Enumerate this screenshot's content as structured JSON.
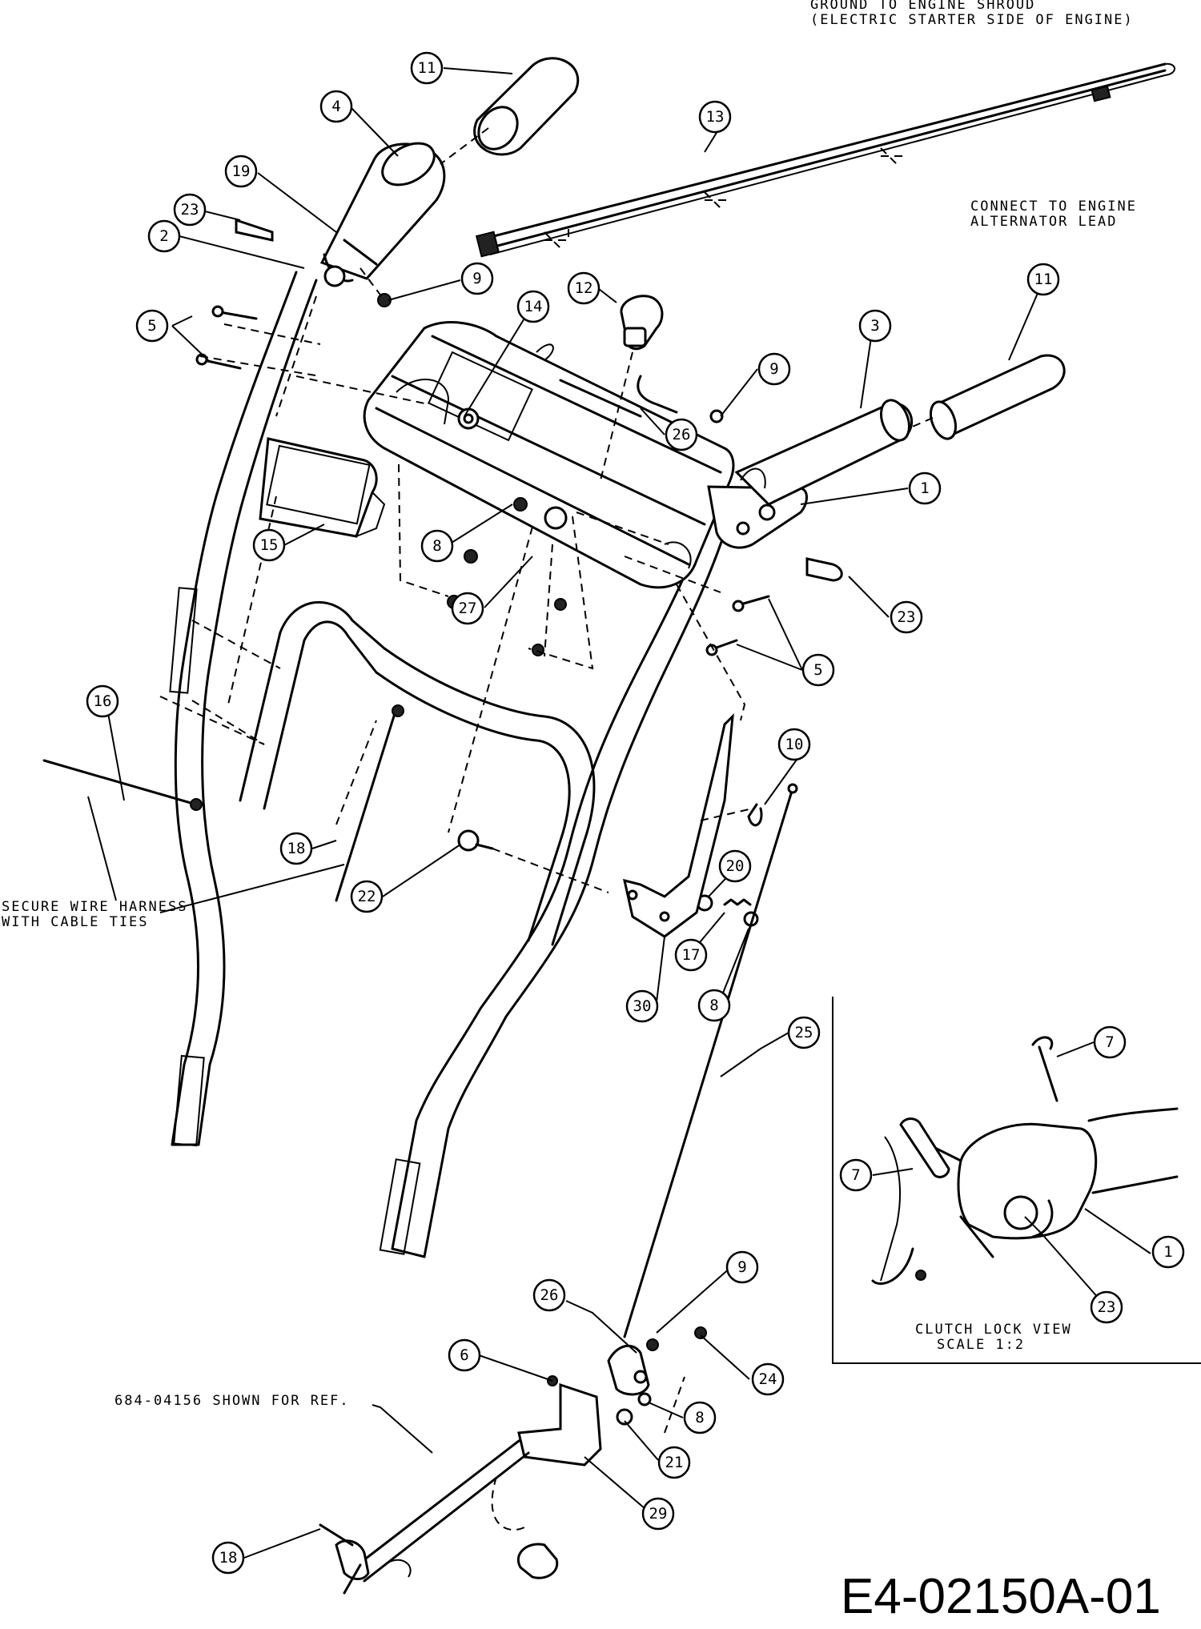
{
  "notes": {
    "ground_line1": "GROUND TO ENGINE SHROUD",
    "ground_line2": "(ELECTRIC STARTER SIDE OF ENGINE)",
    "connect_line1": "CONNECT TO ENGINE",
    "connect_line2": "ALTERNATOR LEAD",
    "secure_line1": "SECURE WIRE HARNESS",
    "secure_line2": "WITH CABLE TIES",
    "ref_label": "684-04156 SHOWN FOR REF.",
    "clutch_line1": "CLUTCH LOCK VIEW",
    "clutch_line2": "SCALE 1:2"
  },
  "drawing_number": "E4-02150A-01",
  "callouts": [
    {
      "id": "c-11-top",
      "label": "11"
    },
    {
      "id": "c-4",
      "label": "4"
    },
    {
      "id": "c-13",
      "label": "13"
    },
    {
      "id": "c-19",
      "label": "19"
    },
    {
      "id": "c-23-top",
      "label": "23"
    },
    {
      "id": "c-2",
      "label": "2"
    },
    {
      "id": "c-9-top",
      "label": "9"
    },
    {
      "id": "c-12",
      "label": "12"
    },
    {
      "id": "c-14",
      "label": "14"
    },
    {
      "id": "c-5-left",
      "label": "5"
    },
    {
      "id": "c-11-right",
      "label": "11"
    },
    {
      "id": "c-3",
      "label": "3"
    },
    {
      "id": "c-9-mid",
      "label": "9"
    },
    {
      "id": "c-26-top",
      "label": "26"
    },
    {
      "id": "c-1-main",
      "label": "1"
    },
    {
      "id": "c-15",
      "label": "15"
    },
    {
      "id": "c-8-mid",
      "label": "8"
    },
    {
      "id": "c-27",
      "label": "27"
    },
    {
      "id": "c-23-right",
      "label": "23"
    },
    {
      "id": "c-5-right",
      "label": "5"
    },
    {
      "id": "c-16-top",
      "label": "16"
    },
    {
      "id": "c-10",
      "label": "10"
    },
    {
      "id": "c-20",
      "label": "20"
    },
    {
      "id": "c-18-mid",
      "label": "18"
    },
    {
      "id": "c-22",
      "label": "22"
    },
    {
      "id": "c-17",
      "label": "17"
    },
    {
      "id": "c-30",
      "label": "30"
    },
    {
      "id": "c-8-low",
      "label": "8"
    },
    {
      "id": "c-25",
      "label": "25"
    },
    {
      "id": "c-7-top",
      "label": "7"
    },
    {
      "id": "c-7-left",
      "label": "7"
    },
    {
      "id": "c-1-inset",
      "label": "1"
    },
    {
      "id": "c-23-inset",
      "label": "23"
    },
    {
      "id": "c-9-bottom",
      "label": "9"
    },
    {
      "id": "c-26-bottom",
      "label": "26"
    },
    {
      "id": "c-6",
      "label": "6"
    },
    {
      "id": "c-24",
      "label": "24"
    },
    {
      "id": "c-8-bottom",
      "label": "8"
    },
    {
      "id": "c-21",
      "label": "21"
    },
    {
      "id": "c-29",
      "label": "29"
    },
    {
      "id": "c-18-bottom",
      "label": "18"
    }
  ]
}
